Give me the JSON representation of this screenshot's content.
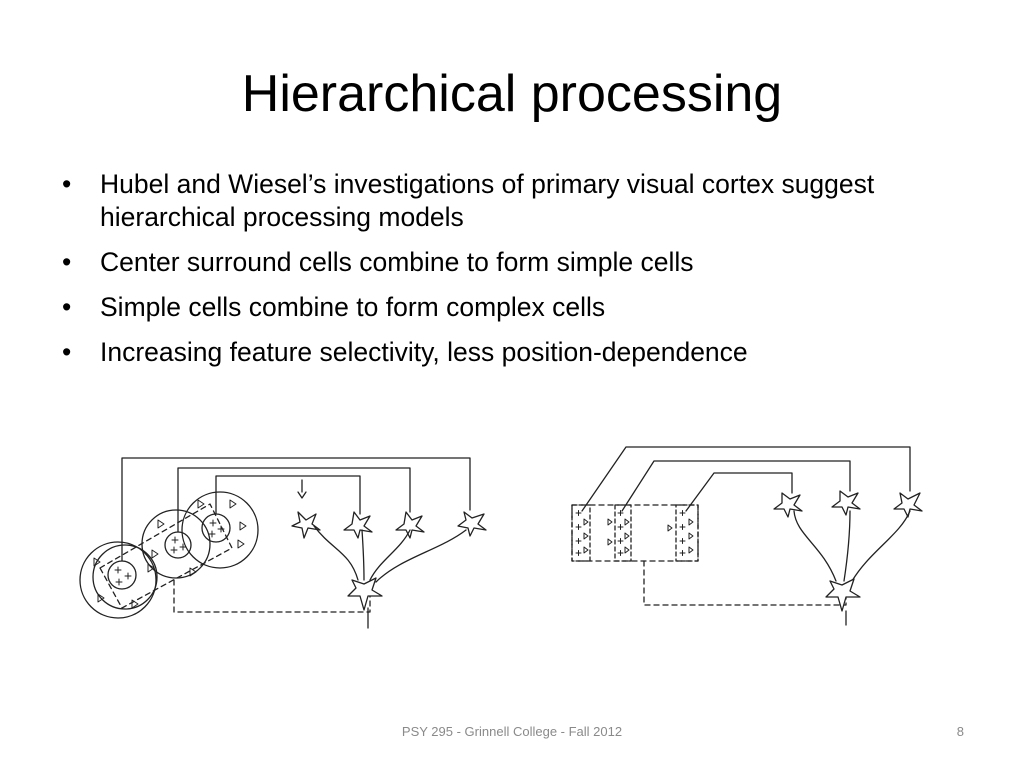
{
  "slide": {
    "title": "Hierarchical processing",
    "bullet_symbol": "•",
    "bullets": [
      "Hubel and Wiesel’s investigations of primary visual cortex suggest hierarchical processing models",
      "Center surround cells combine to form simple cells",
      "Simple cells combine to form complex cells",
      "Increasing feature selectivity, less position-dependence"
    ],
    "footer": "PSY 295 - Grinnell College - Fall 2012",
    "page_number": "8"
  }
}
